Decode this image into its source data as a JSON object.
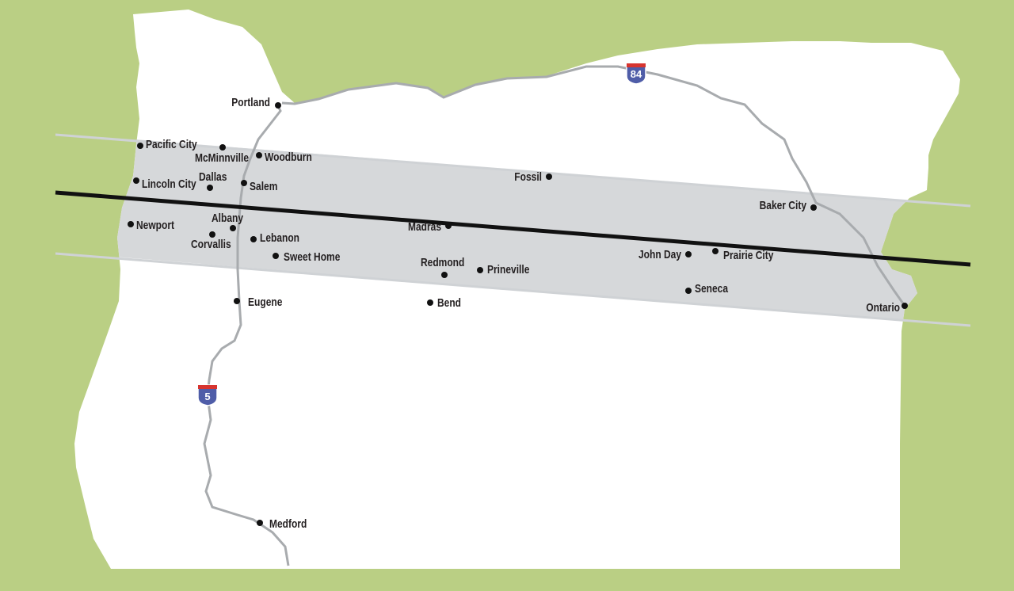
{
  "colors": {
    "background": "#bacf84",
    "state_fill": "#ffffff",
    "totality_band": "#d6d8da",
    "band_edge": "#c8cbcf",
    "centerline": "#111111",
    "highway": "#a8abae",
    "shield_blue": "#4f5da8",
    "shield_red": "#d7342f"
  },
  "highways": [
    {
      "name": "interstate-84",
      "label": "84"
    },
    {
      "name": "interstate-5",
      "label": "5"
    }
  ],
  "cities": [
    {
      "name": "Portland"
    },
    {
      "name": "Pacific City"
    },
    {
      "name": "McMinnville"
    },
    {
      "name": "Woodburn"
    },
    {
      "name": "Lincoln City"
    },
    {
      "name": "Dallas"
    },
    {
      "name": "Salem"
    },
    {
      "name": "Albany"
    },
    {
      "name": "Newport"
    },
    {
      "name": "Corvallis"
    },
    {
      "name": "Lebanon"
    },
    {
      "name": "Sweet Home"
    },
    {
      "name": "Eugene"
    },
    {
      "name": "Medford"
    },
    {
      "name": "Fossil"
    },
    {
      "name": "Madras"
    },
    {
      "name": "Redmond"
    },
    {
      "name": "Prineville"
    },
    {
      "name": "Bend"
    },
    {
      "name": "John Day"
    },
    {
      "name": "Prairie City"
    },
    {
      "name": "Seneca"
    },
    {
      "name": "Baker City"
    },
    {
      "name": "Ontario"
    }
  ]
}
